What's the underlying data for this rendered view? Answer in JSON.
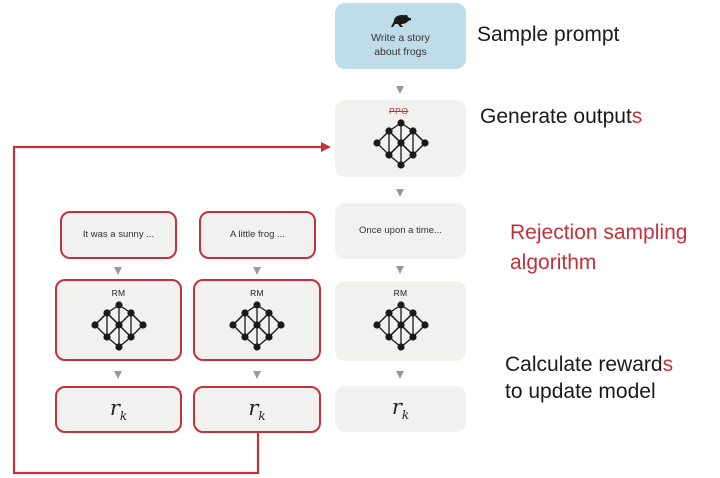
{
  "colors": {
    "accent": "#c3323a",
    "prompt_box": "#bfdde9",
    "box": "#f1f1ef",
    "arrow": "#9a9a9a"
  },
  "prompt": {
    "text": "Write a story about frogs",
    "icon": "frog-icon"
  },
  "model": {
    "struck_label": "PPO",
    "icon": "neural-network-icon"
  },
  "main_output": {
    "text": "Once upon a time..."
  },
  "samples": [
    {
      "text": "It was a sunny ...",
      "rm_label": "RM",
      "reward": "r",
      "reward_sub": "k"
    },
    {
      "text": "A little frog ...",
      "rm_label": "RM",
      "reward": "r",
      "reward_sub": "k"
    }
  ],
  "main_rm": {
    "label": "RM",
    "reward": "r",
    "reward_sub": "k"
  },
  "steps": {
    "sample_prompt": "Sample prompt",
    "generate_outputs_main": "Generate output",
    "generate_outputs_accent": "s",
    "rejection_line1": "Rejection sampling",
    "rejection_line2": "algorithm",
    "calculate_line1_main": "Calculate reward",
    "calculate_line1_accent": "s",
    "calculate_line2": "to update model"
  }
}
